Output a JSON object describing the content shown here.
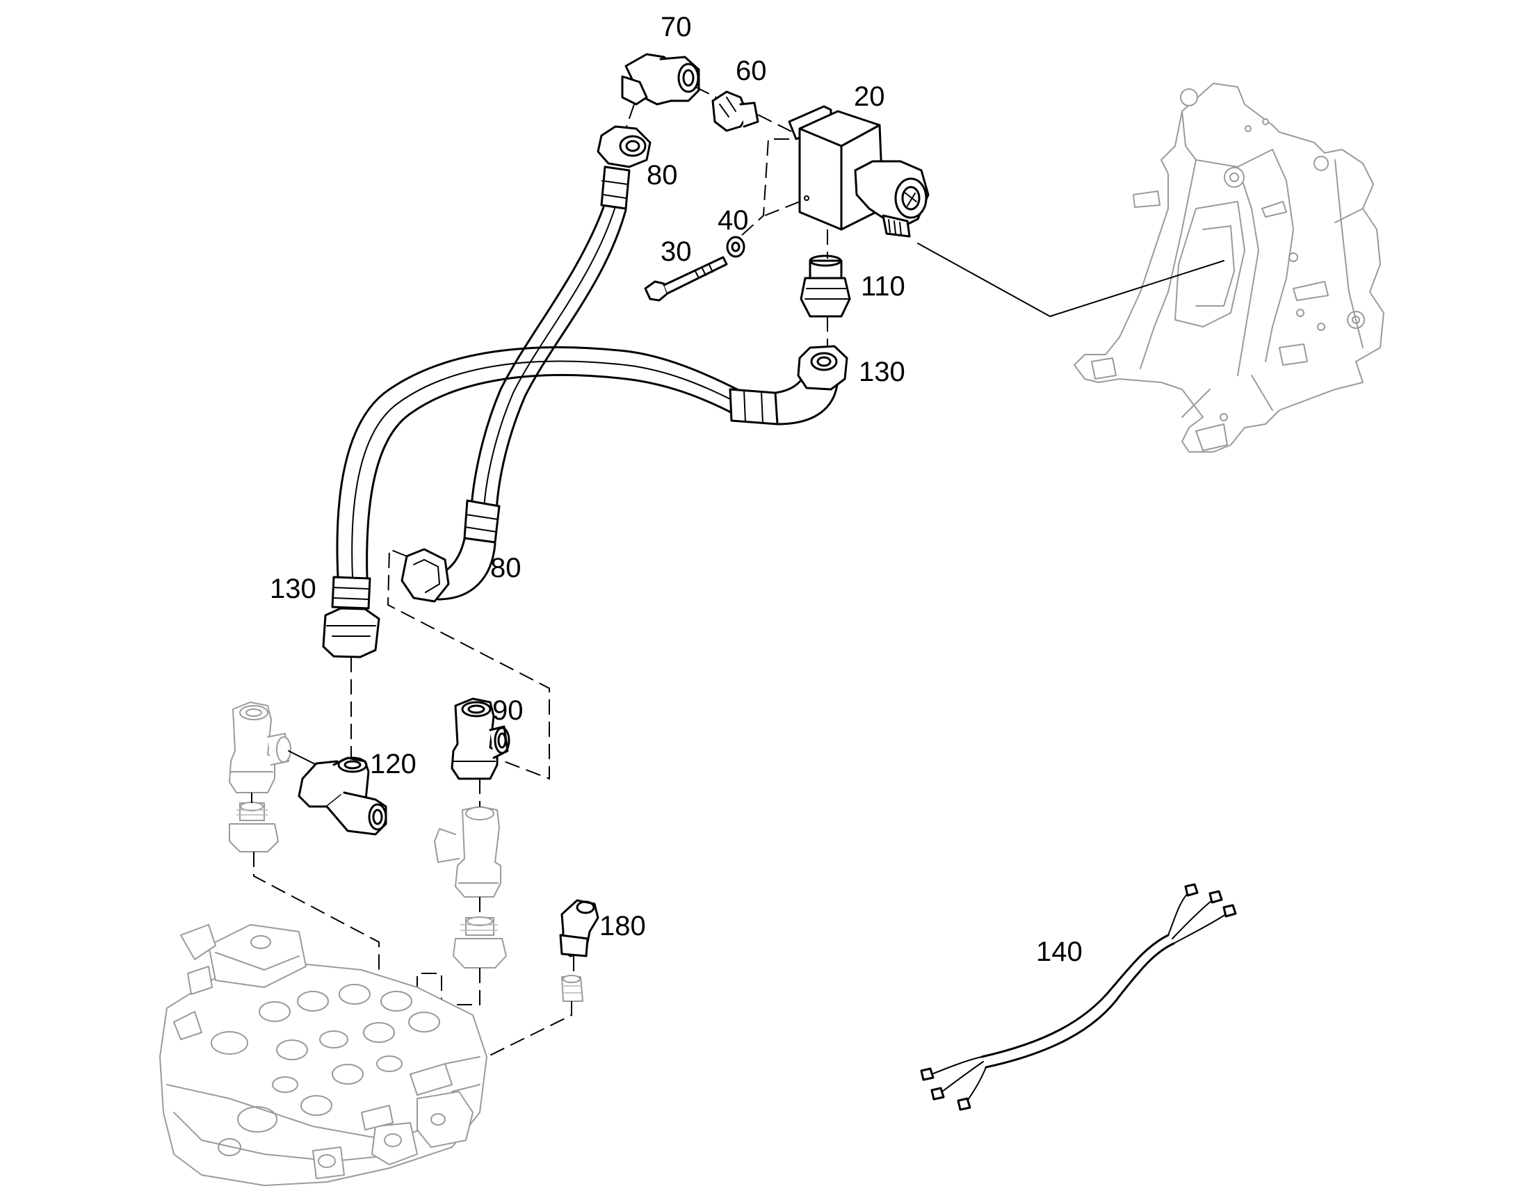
{
  "diagram": {
    "colors": {
      "line": "#000000",
      "ghost": "#9a9a9a",
      "background": "#ffffff"
    },
    "labels": {
      "p70": "70",
      "p60": "60",
      "p20": "20",
      "p80a": "80",
      "p40": "40",
      "p30": "30",
      "p110": "110",
      "p130a": "130",
      "p80b": "80",
      "p130b": "130",
      "p90": "90",
      "p120": "120",
      "p180": "180",
      "p140": "140"
    }
  }
}
